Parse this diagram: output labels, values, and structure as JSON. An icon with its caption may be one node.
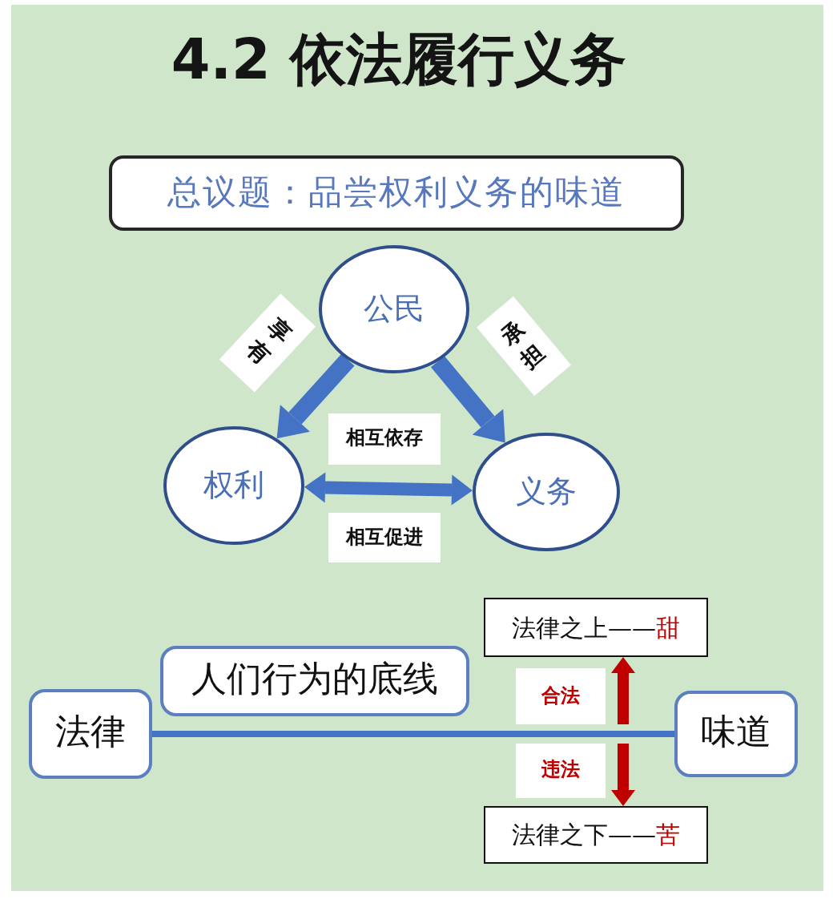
{
  "diagram": {
    "title": "4.2 依法履行义务",
    "nodes": [
      {
        "text": [
          "总议题：品尝权利义务的味道"
        ]
      },
      {
        "text": [
          "公民"
        ]
      },
      {
        "text": [
          "权利"
        ]
      },
      {
        "text": [
          "义务"
        ]
      },
      {
        "text": [
          "法律"
        ]
      },
      {
        "text": [
          "人们行为的底线"
        ]
      },
      {
        "text": [
          "味道"
        ]
      },
      {
        "text": [
          "法律之上——",
          "甜"
        ]
      },
      {
        "text": [
          "法律之下——",
          "苦"
        ]
      }
    ],
    "edges": [
      {
        "from": 1,
        "to": 2,
        "arrow": "to",
        "label": "享有"
      },
      {
        "from": 1,
        "to": 3,
        "arrow": "to",
        "label": "承担"
      },
      {
        "from": 2,
        "to": 3,
        "arrow": "both",
        "label": "相互依存"
      },
      {
        "from": 4,
        "to": 6,
        "arrow": "none"
      },
      {
        "from": null,
        "to": 7,
        "arrow": "to",
        "label": "合法",
        "color": "#c00000"
      },
      {
        "from": null,
        "to": 8,
        "arrow": "to",
        "label": "违法",
        "color": "#c00000"
      }
    ],
    "labels": [
      "相互促进"
    ]
  }
}
